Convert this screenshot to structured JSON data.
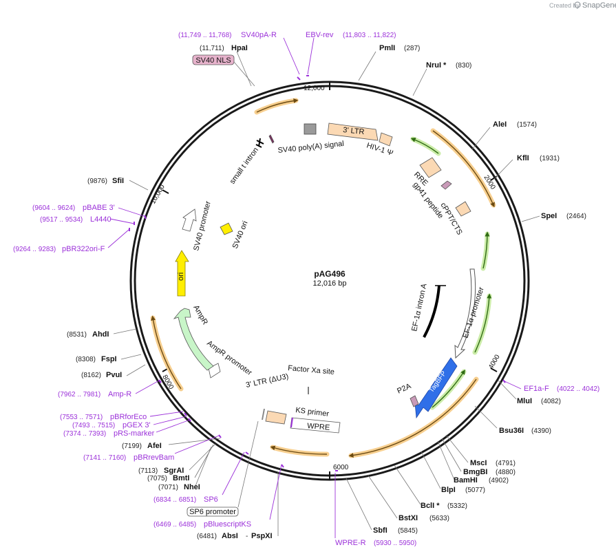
{
  "plasmid": {
    "name": "pAG496",
    "length_label": "12,016 bp"
  },
  "branding": {
    "created_by": "Created by",
    "product": "SnapGene"
  },
  "ticks": [
    "2000",
    "4000",
    "6000",
    "10,000",
    "8000",
    "12,000"
  ],
  "sites": [
    {
      "name": "PmlI",
      "pos": "(287)"
    },
    {
      "name": "NruI *",
      "pos": "(830)"
    },
    {
      "name": "AleI",
      "pos": "(1574)"
    },
    {
      "name": "KflI",
      "pos": "(1931)"
    },
    {
      "name": "SpeI",
      "pos": "(2464)"
    },
    {
      "name": "MluI",
      "pos": "(4082)"
    },
    {
      "name": "Bsu36I",
      "pos": "(4390)"
    },
    {
      "name": "MscI",
      "pos": "(4791)"
    },
    {
      "name": "BmgBI",
      "pos": "(4880)"
    },
    {
      "name": "BamHI",
      "pos": "(4902)"
    },
    {
      "name": "BlpI",
      "pos": "(5077)"
    },
    {
      "name": "BclI *",
      "pos": "(5332)"
    },
    {
      "name": "BstXI",
      "pos": "(5633)"
    },
    {
      "name": "SbfI",
      "pos": "(5845)"
    },
    {
      "name": "AbsI",
      "pos": "(6481)"
    },
    {
      "name": "PspXI",
      "pos": "-"
    },
    {
      "name": "NheI",
      "pos": "(7071)"
    },
    {
      "name": "BmtI",
      "pos": "(7075)"
    },
    {
      "name": "SgrAI",
      "pos": "(7113)"
    },
    {
      "name": "AfeI",
      "pos": "(7199)"
    },
    {
      "name": "PvuI",
      "pos": "(8162)"
    },
    {
      "name": "FspI",
      "pos": "(8308)"
    },
    {
      "name": "AhdI",
      "pos": "(8531)"
    },
    {
      "name": "SfiI",
      "pos": "(9876)"
    },
    {
      "name": "HpaI",
      "pos": "(11,711)"
    }
  ],
  "primers": [
    {
      "name": "SV40pA-R",
      "pos": "(11,749 .. 11,768)"
    },
    {
      "name": "EBV-rev",
      "pos": "(11,803 .. 11,822)"
    },
    {
      "name": "EF1a-F",
      "pos": "(4022 .. 4042)"
    },
    {
      "name": "WPRE-R",
      "pos": "(5930 .. 5950)"
    },
    {
      "name": "pBluescriptKS",
      "pos": "(6469 .. 6485)"
    },
    {
      "name": "SP6",
      "pos": "(6834 .. 6851)"
    },
    {
      "name": "pBRrevBam",
      "pos": "(7141 .. 7160)"
    },
    {
      "name": "pRS-marker",
      "pos": "(7374 .. 7393)"
    },
    {
      "name": "pGEX 3'",
      "pos": "(7493 .. 7515)"
    },
    {
      "name": "pBRforEco",
      "pos": "(7553 .. 7571)"
    },
    {
      "name": "Amp-R",
      "pos": "(7962 .. 7981)"
    },
    {
      "name": "pBR322ori-F",
      "pos": "(9264 .. 9283)"
    },
    {
      "name": "L4440",
      "pos": "(9517 .. 9534)"
    },
    {
      "name": "pBABE 3'",
      "pos": "(9604 .. 9624)"
    }
  ],
  "features": {
    "ltr3": "3' LTR",
    "hiv_psi": "HIV-1 Ψ",
    "rre": "RRE",
    "gp41": "gp41 peptide",
    "cppt": "cPPT/CTS",
    "ef1a_intron": "EF-1α intron A",
    "ef1a_promoter": "EF-1α promoter",
    "tagbfp": "TagBFP",
    "p2a": "P2A",
    "factor_xa": "Factor Xa site",
    "ks_primer": "KS primer",
    "wpre": "WPRE",
    "ltr3_du3": "3' LTR (ΔU3)",
    "ampr_promoter": "AmpR promoter",
    "ampr": "AmpR",
    "ori": "ori",
    "sv40_promoter": "SV40 promoter",
    "sv40_ori": "SV40 ori",
    "small_t_intron": "small t intron",
    "sv40_polya": "SV40 poly(A) signal",
    "sv40_nls": "SV40 NLS",
    "sp6_promoter": "SP6 promoter"
  },
  "colors": {
    "backbone": "#1a1a1a",
    "primer": "#9b30d9",
    "orf_orange": "#f0b260",
    "orf_green": "#9ad65e",
    "ori_yellow": "#ffee00",
    "ampr_green": "#c8f5c8",
    "ltr_peach": "#fbd9b4",
    "tagbfp_blue": "#2f6fe8",
    "nls_pink": "#e7b3cc"
  }
}
